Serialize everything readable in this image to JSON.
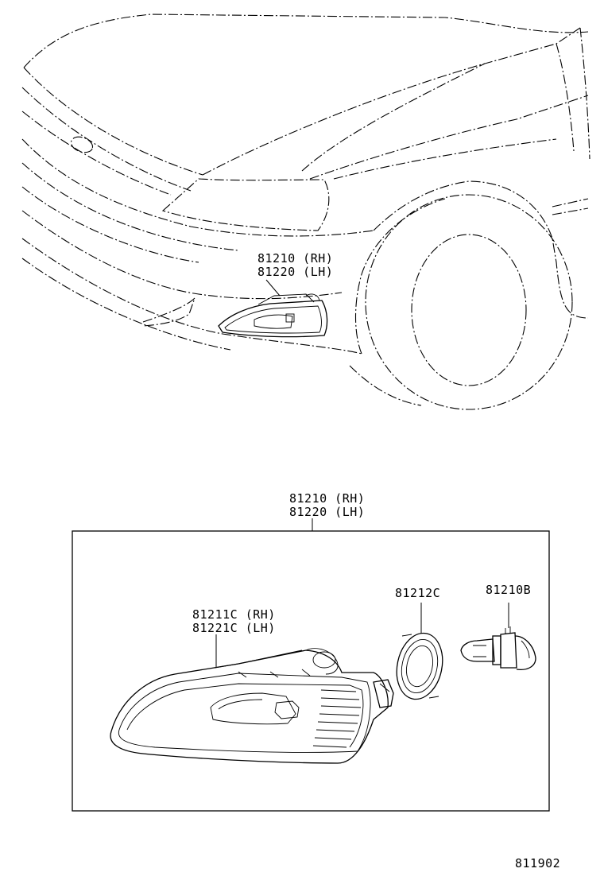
{
  "callouts": {
    "top_assembly_rh": "81210 (RH)",
    "top_assembly_lh": "81220 (LH)",
    "box_assembly_rh": "81210 (RH)",
    "box_assembly_lh": "81220 (LH)",
    "lens_housing_rh": "81211C (RH)",
    "lens_housing_lh": "81221C (LH)",
    "socket_gasket": "81212C",
    "bulb": "81210B"
  },
  "figure_number": "811902"
}
